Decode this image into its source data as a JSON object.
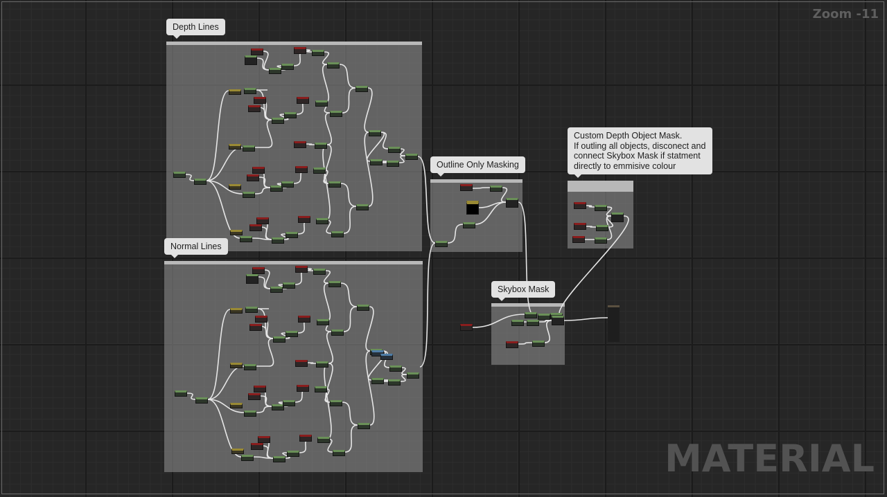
{
  "editor": {
    "zoom_label": "Zoom -11",
    "watermark": "MATERIAL"
  },
  "comments": {
    "depth_lines": "Depth Lines",
    "normal_lines": "Normal Lines",
    "outline_only_masking": "Outline Only Masking",
    "skybox_mask": "Skybox Mask",
    "custom_depth": {
      "line1": "Custom Depth Object Mask.",
      "line2": "If outling all objects, disconect and",
      "line3": "connect Skybox Mask if statment",
      "line4": "directly to emmisive colour"
    }
  },
  "colors": {
    "math_node": "#6a9058",
    "parameter_node": "#8a1d1d",
    "constant_node": "#9a8a34",
    "texture_node": "#4f7ea8",
    "comment_header": "#b8b8b8",
    "wire": "#e6e6e6"
  }
}
